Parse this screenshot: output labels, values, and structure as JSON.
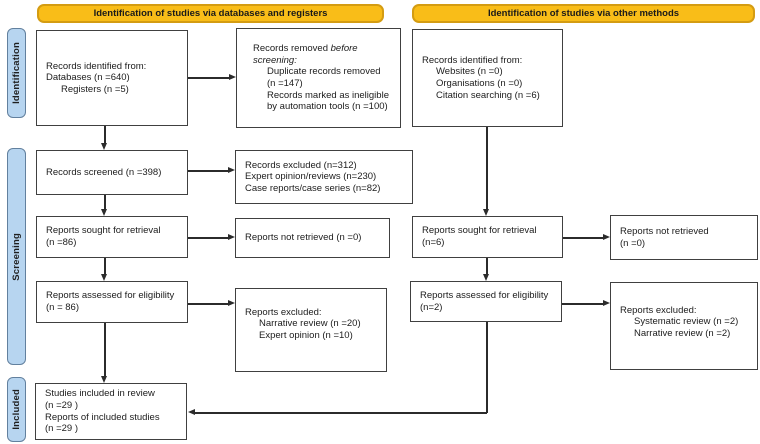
{
  "headers": {
    "left": "Identification of studies via databases and registers",
    "right": "Identification of studies via other methods"
  },
  "stages": {
    "identification": "Identification",
    "screening": "Screening",
    "included": "Included"
  },
  "colors": {
    "header_fill": "#F9BD18",
    "header_border": "#D49C12",
    "stage_fill": "#B7D5F0",
    "stage_border": "#62809E",
    "box_border": "#404040",
    "arrow": "#2B2B2B"
  },
  "boxes": {
    "db_identified": {
      "lines": [
        "Records identified from:",
        "Databases (n =640)",
        "Registers (n =5)"
      ]
    },
    "db_removed": {
      "prefix": "Records removed ",
      "italic1": "before",
      "italic2": "screening:",
      "lines": [
        "Duplicate records removed",
        "(n =147)",
        "Records marked as ineligible",
        "by automation tools (n =100)"
      ]
    },
    "db_screened": {
      "lines": [
        "Records screened (n =398)"
      ]
    },
    "db_excluded_screen": {
      "lines": [
        "Records excluded (n=312)",
        "Expert opinion/reviews (n=230)",
        "Case reports/case series (n=82)"
      ]
    },
    "db_sought": {
      "lines": [
        "Reports sought for retrieval",
        "(n =86)"
      ]
    },
    "db_not_retrieved": {
      "lines": [
        "Reports not retrieved (n =0)"
      ]
    },
    "db_assessed": {
      "lines": [
        "Reports assessed for eligibility",
        "(n = 86)"
      ]
    },
    "db_excluded_elig": {
      "heading": "Reports excluded:",
      "lines": [
        "Narrative review (n =20)",
        "Expert opinion (n =10)"
      ]
    },
    "included": {
      "lines": [
        "Studies included in review",
        "(n =29 )",
        "Reports of included studies",
        "(n =29 )"
      ]
    },
    "other_identified": {
      "heading": "Records identified from:",
      "lines": [
        "Websites (n =0)",
        "Organisations (n =0)",
        "Citation searching (n =6)"
      ]
    },
    "other_sought": {
      "lines": [
        "Reports sought for retrieval",
        "(n=6)"
      ]
    },
    "other_not_retrieved": {
      "lines": [
        "Reports not retrieved",
        "(n =0)"
      ]
    },
    "other_assessed": {
      "lines": [
        "Reports assessed for eligibility",
        "(n=2)"
      ]
    },
    "other_excluded_elig": {
      "heading": "Reports excluded:",
      "lines": [
        "Systematic review (n =2)",
        "Narrative review (n =2)"
      ]
    }
  }
}
